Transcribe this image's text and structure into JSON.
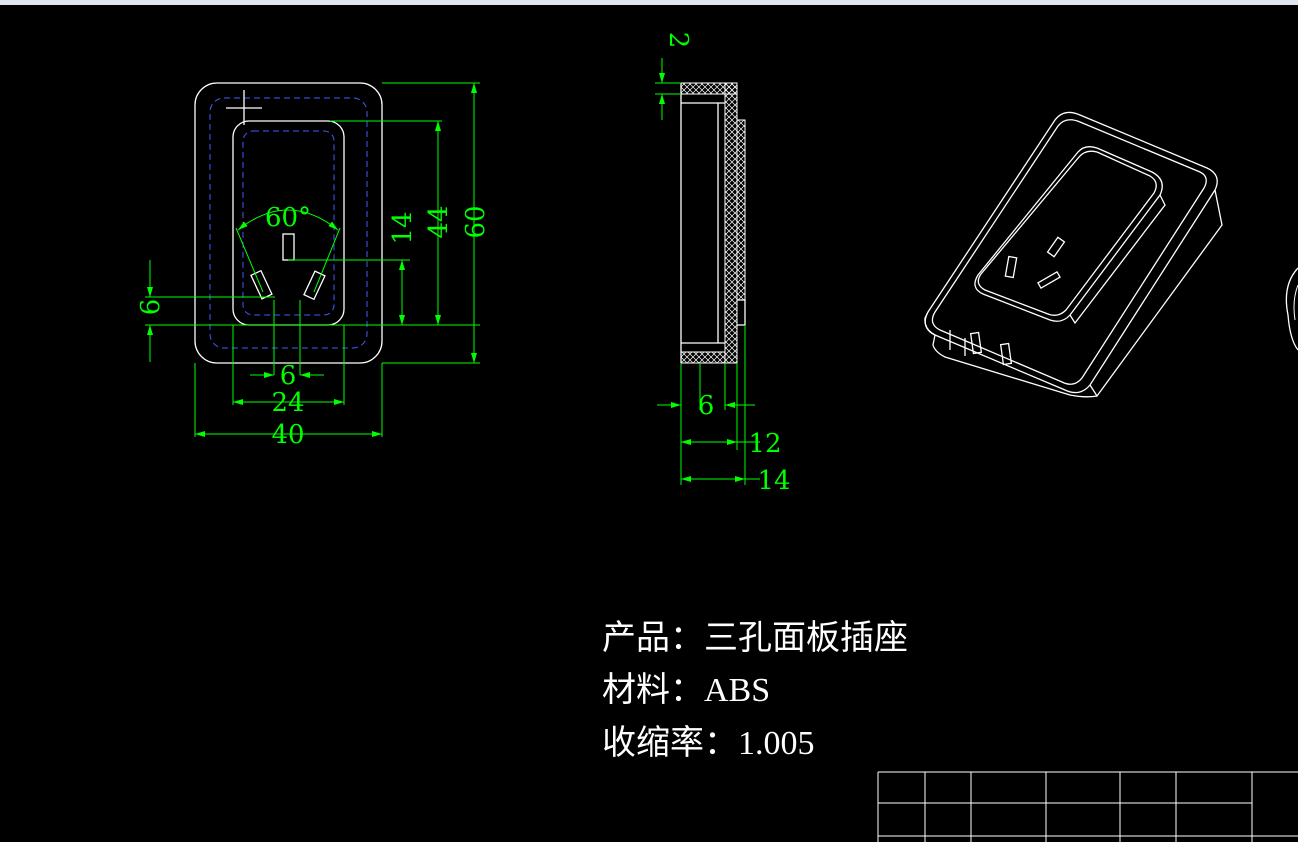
{
  "drawing": {
    "front_view": {
      "dim_angle": "60°",
      "dim_slot_gap": "6",
      "dim_inner_width": "24",
      "dim_outer_width": "40",
      "dim_slot_height": "6",
      "dim_pin_height": "14",
      "dim_inner_height": "44",
      "dim_outer_height": "60"
    },
    "side_view": {
      "dim_wall": "2",
      "dim_depth_a": "6",
      "dim_depth_b": "12",
      "dim_depth_c": "14"
    }
  },
  "notes": {
    "product": "产品：三孔面板插座",
    "material": "材料：ABS",
    "shrinkage": "收缩率：1.005"
  },
  "colors": {
    "background": "#000000",
    "geometry": "#ffffff",
    "dimension": "#00ff00",
    "hidden_line": "#3f5bff"
  }
}
